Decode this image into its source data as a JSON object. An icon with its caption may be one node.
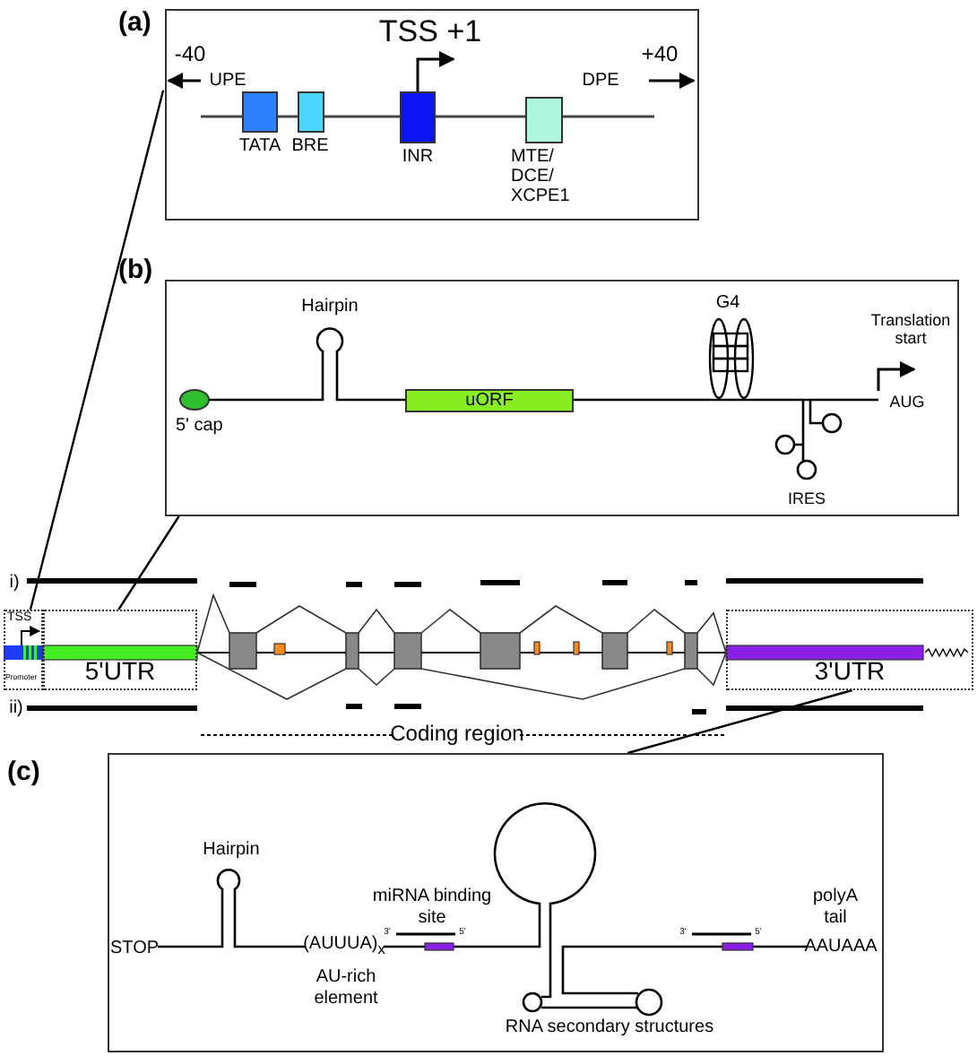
{
  "diagram": {
    "nodes": [
      {
        "text": [
          "(a)"
        ]
      },
      {
        "text": [
          "TATA"
        ],
        "in": 0
      },
      {
        "text": [
          "BRE"
        ],
        "in": 0
      },
      {
        "text": [
          "INR"
        ],
        "in": 0
      },
      {
        "text": [
          "MTE/ DCE/ XCPE1"
        ],
        "in": 0
      },
      {
        "text": [
          "(b)"
        ]
      },
      {
        "text": [
          "5' cap"
        ],
        "in": 5
      },
      {
        "text": [
          "uORF"
        ],
        "in": 5
      },
      {
        "text": [
          "TSS",
          "Promoter"
        ]
      },
      {
        "text": [
          "5'UTR"
        ]
      },
      {
        "text": [
          "3'UTR"
        ]
      },
      {
        "text": [
          "(c)"
        ]
      }
    ],
    "edges": [
      {
        "from": 0,
        "to": 8,
        "arrow": "none"
      },
      {
        "from": 5,
        "to": 9,
        "arrow": "none"
      },
      {
        "from": 10,
        "to": 11,
        "arrow": "none"
      }
    ],
    "labels": [
      "TSS +1",
      "-40",
      "+40",
      "UPE",
      "DPE",
      "Hairpin",
      "G4",
      "Translation start",
      "AUG",
      "IRES",
      "i)",
      "ii)",
      "Coding region",
      "Hairpin",
      "STOP",
      "(AUUUA)$_{x}$",
      "miRNA binding site",
      "3'",
      "5'",
      "AU-rich element",
      "RNA secondary structures",
      "3'",
      "5'",
      "polyA tail",
      "AAUAAA"
    ]
  }
}
